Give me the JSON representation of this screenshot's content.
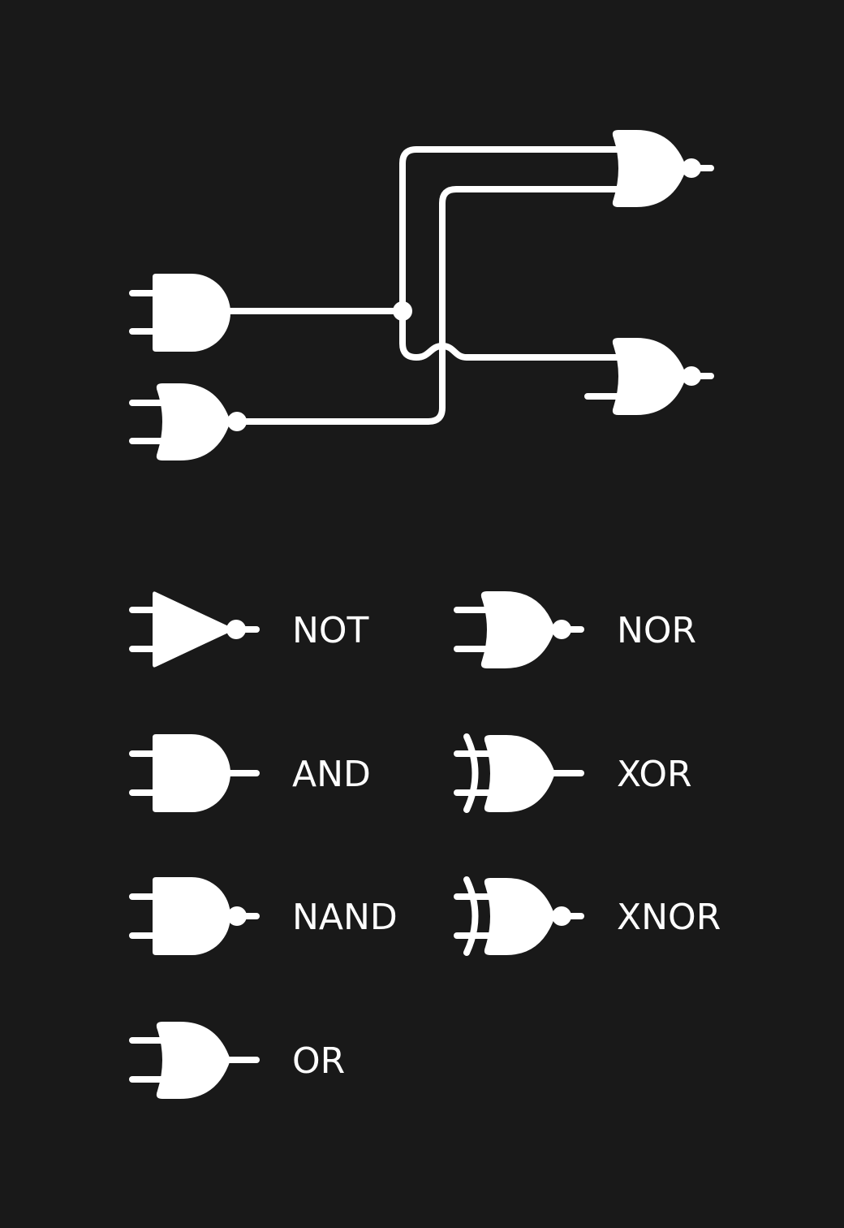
{
  "colors": {
    "background": "#191919",
    "foreground": "#ffffff"
  },
  "circuit": {
    "gates": [
      {
        "name": "circuit-and-gate",
        "type": "and"
      },
      {
        "name": "circuit-nor-gate",
        "type": "nor"
      },
      {
        "name": "circuit-top-nor-gate",
        "type": "nor"
      },
      {
        "name": "circuit-bottom-nor-gate",
        "type": "nor"
      }
    ]
  },
  "legend": {
    "items": [
      {
        "label": "NOT",
        "type": "not"
      },
      {
        "label": "AND",
        "type": "and"
      },
      {
        "label": "NAND",
        "type": "nand"
      },
      {
        "label": "OR",
        "type": "or"
      },
      {
        "label": "NOR",
        "type": "nor"
      },
      {
        "label": "XOR",
        "type": "xor"
      },
      {
        "label": "XNOR",
        "type": "xnor"
      }
    ]
  }
}
